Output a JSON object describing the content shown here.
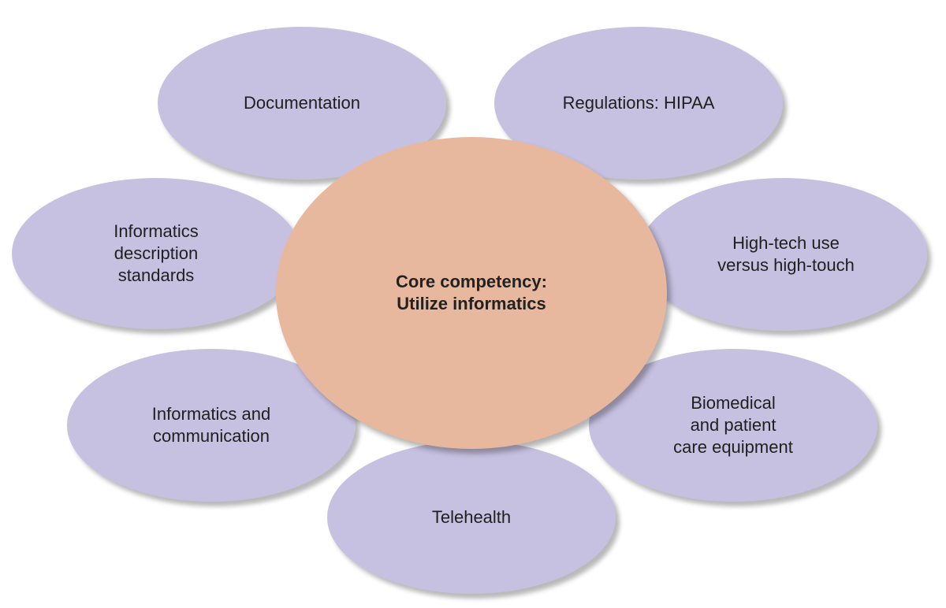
{
  "colors": {
    "petal_fill": "#c7c1e1",
    "core_fill": "#e8b89e",
    "text": "#1f1f1f"
  },
  "core": {
    "label": "Core competency:\nUtilize informatics"
  },
  "petals": {
    "documentation": "Documentation",
    "regulations": "Regulations: HIPAA",
    "informatics_standards": "Informatics\ndescription\nstandards",
    "high_tech": "High-tech use\nversus high-touch",
    "informatics_communication": "Informatics and\ncommunication",
    "biomedical": "Biomedical\nand patient\ncare equipment",
    "telehealth": "Telehealth"
  }
}
